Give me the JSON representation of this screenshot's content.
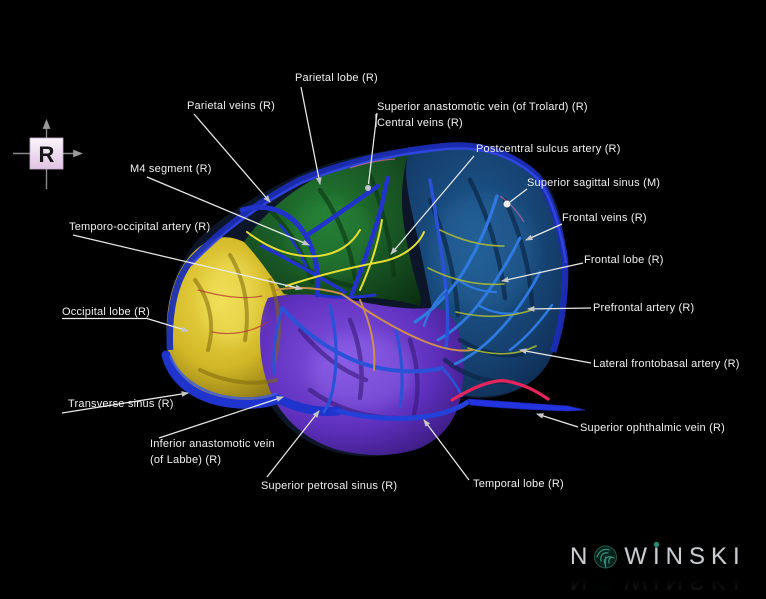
{
  "orientation_marker": {
    "letter": "R"
  },
  "annotations": {
    "parietal_lobe": "Parietal lobe (R)",
    "parietal_veins": "Parietal veins (R)",
    "superior_anastomotic_vein": "Superior anastomotic vein (of Trolard) (R)",
    "central_veins": "Central veins (R)",
    "postcentral_sulcus_artery": "Postcentral sulcus artery (R)",
    "superior_sagittal_sinus": "Superior sagittal sinus (M)",
    "m4_segment": "M4 segment (R)",
    "frontal_veins": "Frontal veins (R)",
    "temporo_occipital_artery": "Temporo-occipital artery (R)",
    "frontal_lobe": "Frontal lobe (R)",
    "occipital_lobe": "Occipital lobe (R)",
    "prefrontal_artery": "Prefrontal artery (R)",
    "lateral_frontobasal_artery": "Lateral frontobasal artery (R)",
    "transverse_sinus": "Transverse sinus (R)",
    "superior_ophthalmic_vein": "Superior ophthalmic vein (R)",
    "inferior_anastomotic_vein_line1": "Inferior anastomotic vein",
    "inferior_anastomotic_vein_line2": "(of Labbe) (R)",
    "superior_petrosal_sinus": "Superior petrosal sinus (R)",
    "temporal_lobe": "Temporal lobe (R)"
  },
  "logo": {
    "brand": "NOWINSKI",
    "chars": [
      "N",
      "O",
      "W",
      "I",
      "N",
      "S",
      "K",
      "I"
    ]
  },
  "colors": {
    "background": "#000000",
    "frontal_lobe": "#17406e",
    "parietal_lobe": "#1a5a26",
    "occipital_lobe": "#d6bd2c",
    "temporal_lobe": "#6233c4",
    "veins": "#2a52d8",
    "sinuses": "#2136cc",
    "arteries_yellow": "#d8d838",
    "arteries_orange": "#cc8f50",
    "artery_red": "#e8255a",
    "label_text": "#f1f1f1"
  }
}
